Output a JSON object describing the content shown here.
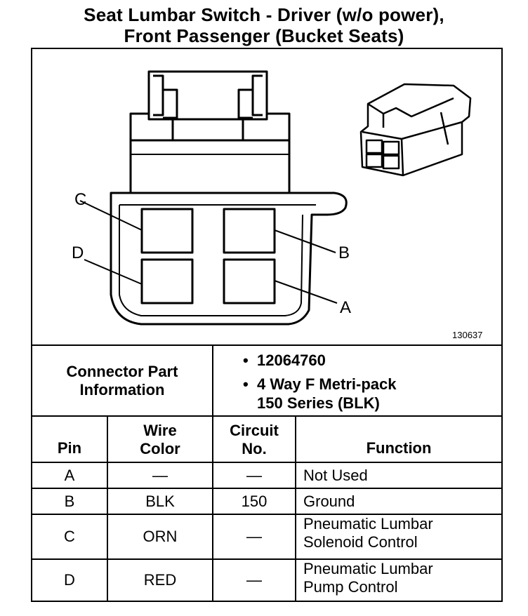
{
  "title": {
    "line1": "Seat Lumbar Switch - Driver (w/o power),",
    "line2": "Front Passenger (Bucket Seats)"
  },
  "figure": {
    "code": "130637",
    "pin_labels": {
      "a": "A",
      "b": "B",
      "c": "C",
      "d": "D"
    }
  },
  "connector": {
    "header": "Connector Part Information",
    "header_line1": "Connector Part",
    "header_line2": "Information",
    "part_number": "12064760",
    "desc_line1": "4 Way F Metri-pack",
    "desc_line2": "150 Series (BLK)"
  },
  "table": {
    "columns": {
      "pin": "Pin",
      "wire_color_1": "Wire",
      "wire_color_2": "Color",
      "circuit_1": "Circuit",
      "circuit_2": "No.",
      "function": "Function"
    },
    "rows": [
      {
        "pin": "A",
        "wire": "—",
        "circuit": "—",
        "function_1": "Not Used",
        "function_2": ""
      },
      {
        "pin": "B",
        "wire": "BLK",
        "circuit": "150",
        "function_1": "Ground",
        "function_2": ""
      },
      {
        "pin": "C",
        "wire": "ORN",
        "circuit": "—",
        "function_1": "Pneumatic Lumbar",
        "function_2": "Solenoid Control"
      },
      {
        "pin": "D",
        "wire": "RED",
        "circuit": "—",
        "function_1": "Pneumatic Lumbar",
        "function_2": "Pump Control"
      }
    ]
  }
}
